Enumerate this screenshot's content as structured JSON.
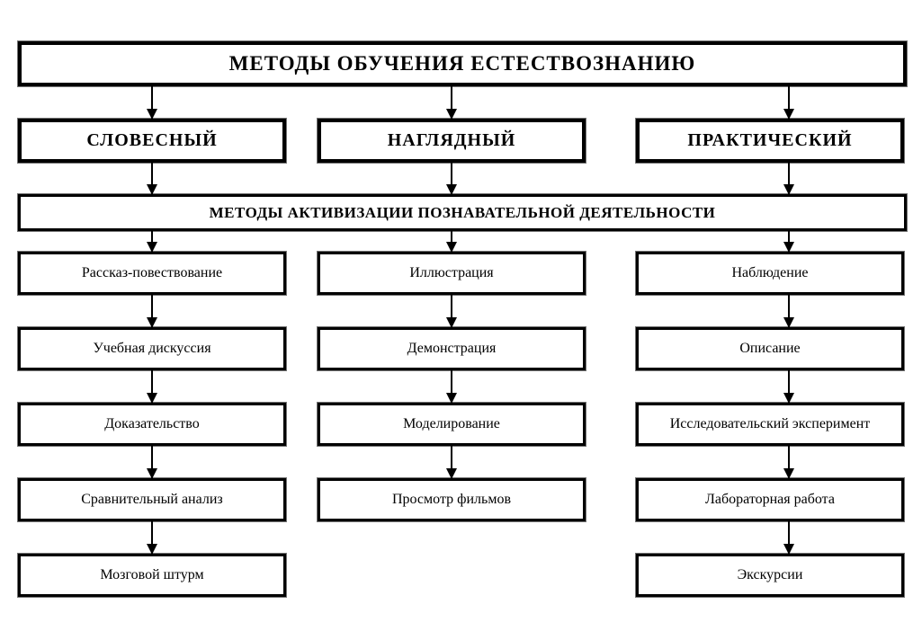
{
  "diagram": {
    "title": "МЕТОДЫ ОБУЧЕНИЯ ЕСТЕСТВОЗНАНИЮ",
    "activation_bar": "МЕТОДЫ АКТИВИЗАЦИИ ПОЗНАВАТЕЛЬНОЙ ДЕЯТЕЛЬНОСТИ",
    "columns": [
      {
        "header": "СЛОВЕСНЫЙ",
        "items": [
          "Рассказ-повествование",
          "Учебная дискуссия",
          "Доказательство",
          "Сравнительный анализ",
          "Мозговой штурм"
        ]
      },
      {
        "header": "НАГЛЯДНЫЙ",
        "items": [
          "Иллюстрация",
          "Демонстрация",
          "Моделирование",
          "Просмотр фильмов"
        ]
      },
      {
        "header": "ПРАКТИЧЕСКИЙ",
        "items": [
          "Наблюдение",
          "Описание",
          "Исследовательский эксперимент",
          "Лабораторная работа",
          "Экскурсии"
        ]
      }
    ],
    "colors": {
      "line": "#000000",
      "background": "#ffffff",
      "box_fill": "#ffffff",
      "text": "#000000"
    }
  }
}
